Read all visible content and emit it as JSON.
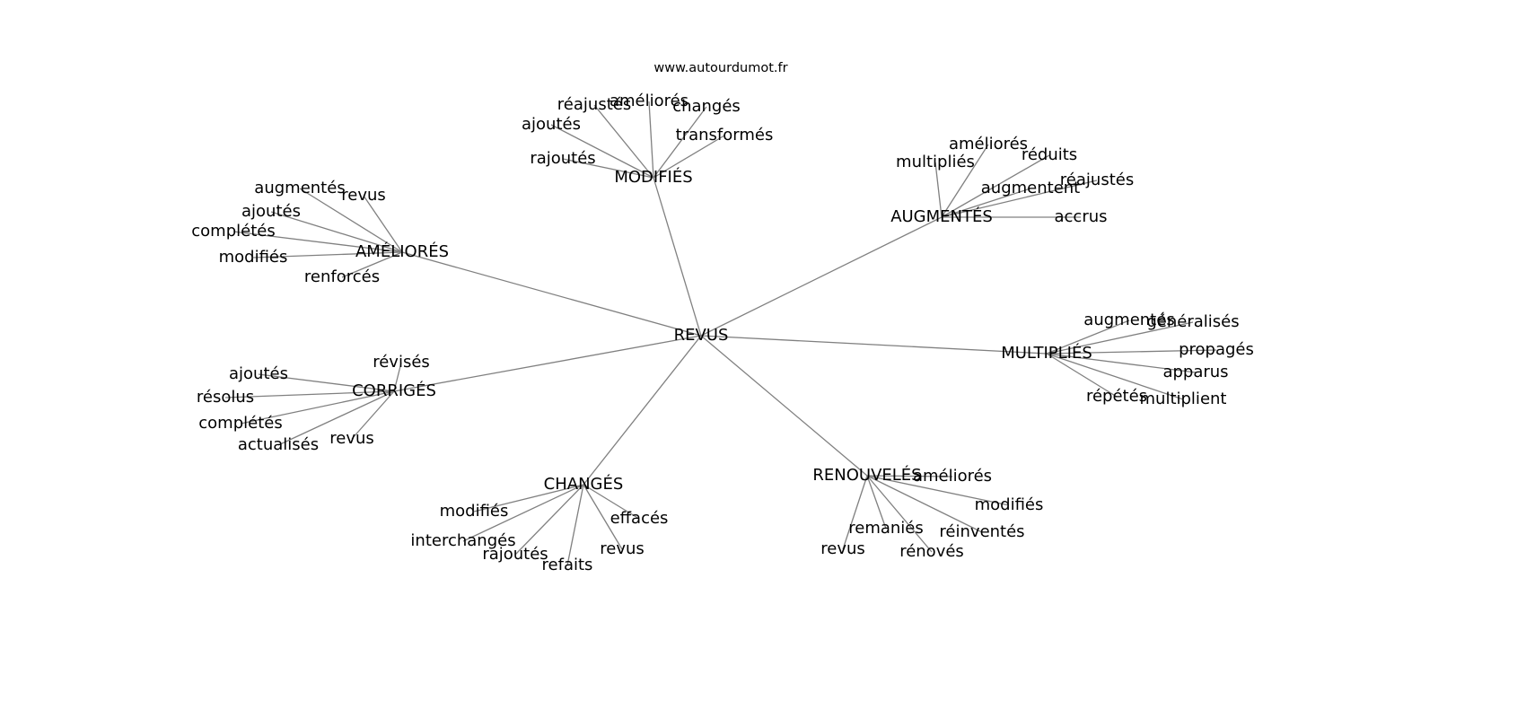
{
  "site": "www.autourdumot.fr",
  "edge_color": "#808080",
  "graph": {
    "center": "REVUS",
    "hubs": [
      {
        "label": "MODIFIÉS",
        "leaves": [
          "réajustés",
          "améliorés",
          "changés",
          "transformés",
          "ajoutés",
          "rajoutés"
        ]
      },
      {
        "label": "AUGMENTÉS",
        "leaves": [
          "améliorés",
          "réduits",
          "multipliés",
          "augmentent",
          "réajustés",
          "accrus"
        ]
      },
      {
        "label": "AMÉLIORÉS",
        "leaves": [
          "augmentés",
          "revus",
          "ajoutés",
          "complétés",
          "modifiés",
          "renforcés"
        ]
      },
      {
        "label": "MULTIPLIÉS",
        "leaves": [
          "augmentés",
          "généralisés",
          "propagés",
          "apparus",
          "répétés",
          "multiplient"
        ]
      },
      {
        "label": "CORRIGÉS",
        "leaves": [
          "révisés",
          "ajoutés",
          "résolus",
          "complétés",
          "actualisés",
          "revus"
        ]
      },
      {
        "label": "CHANGÉS",
        "leaves": [
          "modifiés",
          "effacés",
          "interchangés",
          "rajoutés",
          "refaits",
          "revus"
        ]
      },
      {
        "label": "RENOUVELÉS",
        "leaves": [
          "améliorés",
          "modifiés",
          "remaniés",
          "réinventés",
          "revus",
          "rénovés"
        ]
      }
    ]
  }
}
